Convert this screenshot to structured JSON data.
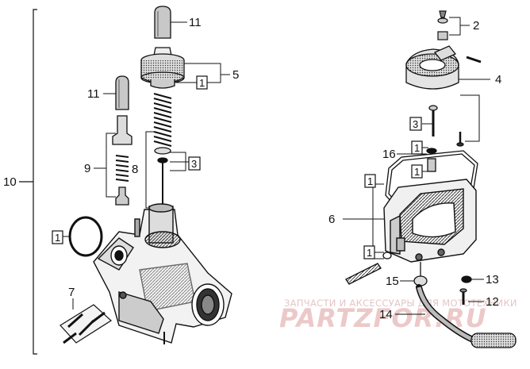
{
  "callouts": {
    "c2": "2",
    "c4": "4",
    "c5": "5",
    "c6": "6",
    "c7": "7",
    "c8": "8",
    "c9": "9",
    "c10": "10",
    "c11a": "11",
    "c11b": "11",
    "c12": "12",
    "c13": "13",
    "c14": "14",
    "c15": "15",
    "c16": "16"
  },
  "boxed_refs": {
    "b1_top": "1",
    "b3_left": "3",
    "b1_oring": "1",
    "b3_right": "3",
    "b1_r1": "1",
    "b1_r2": "1",
    "b1_r3": "1",
    "b1_r4": "1"
  },
  "watermark": {
    "line1": "ЗАПЧАСТИ И АКСЕССУАРЫ ДЛЯ МОТОТЕХНИКИ",
    "line2": "PARTZFOR.RU"
  }
}
